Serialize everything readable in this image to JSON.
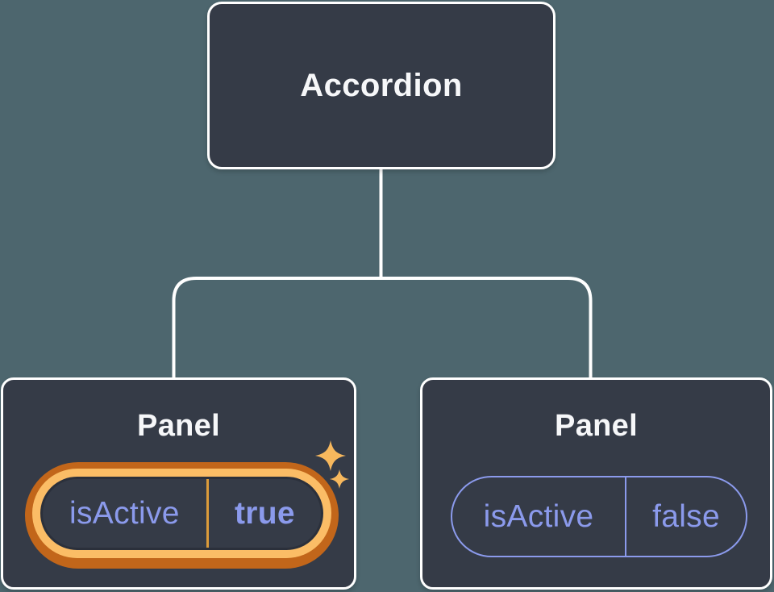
{
  "diagram": {
    "root": {
      "label": "Accordion"
    },
    "children": [
      {
        "label": "Panel",
        "state": {
          "name": "isActive",
          "value": "true"
        },
        "highlighted": true,
        "icon": "sparkles-icon"
      },
      {
        "label": "Panel",
        "state": {
          "name": "isActive",
          "value": "false"
        },
        "highlighted": false
      }
    ],
    "colors": {
      "background": "#4D666E",
      "node_fill": "#353B47",
      "node_border": "#FFFFFF",
      "connector": "#FFFFFF",
      "title_text": "#F6F7F9",
      "state_text": "#8B9AEC",
      "state_pill_border": "#8B9AEC",
      "highlight_ring_outer": "#C2661A",
      "highlight_ring_inner": "#FBBD66",
      "highlight_divider": "#DC9B3A",
      "sparkle": "#F7B85D"
    }
  }
}
